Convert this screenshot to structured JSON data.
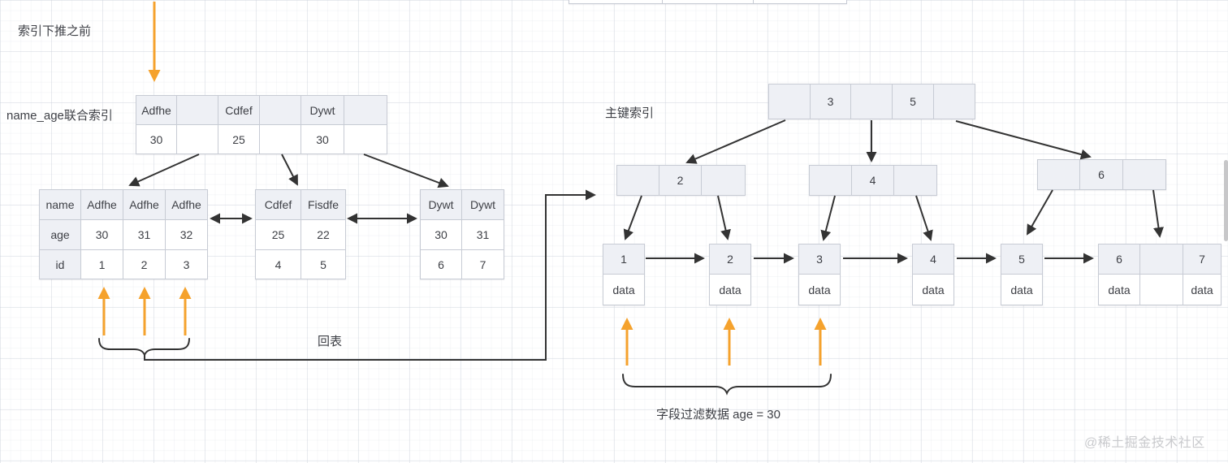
{
  "labels": {
    "stage": "索引下推之前",
    "left_tree": "name_age联合索引",
    "right_tree": "主键索引",
    "back_to_table": "回表",
    "filter": "字段过滤数据 age = 30",
    "watermark": "@稀土掘金技术社区"
  },
  "colors": {
    "accent_orange": "#F5A22D",
    "arrow_dark": "#333333",
    "cell_fill": "#eef0f5",
    "cell_border": "#c7cbd4",
    "watermark_gray": "#c9cacd"
  },
  "left_tree": {
    "root": {
      "rows": [
        [
          "Adfhe",
          "",
          "Cdfef",
          "",
          "Dywt",
          ""
        ],
        [
          "30",
          "",
          "25",
          "",
          "30",
          ""
        ]
      ]
    },
    "leaf1": {
      "rows": [
        [
          "name",
          "Adfhe",
          "Adfhe",
          "Adfhe"
        ],
        [
          "age",
          "30",
          "31",
          "32"
        ],
        [
          "id",
          "1",
          "2",
          "3"
        ]
      ]
    },
    "leaf2": {
      "rows": [
        [
          "Cdfef",
          "Fisdfe"
        ],
        [
          "25",
          "22"
        ],
        [
          "4",
          "5"
        ]
      ]
    },
    "leaf3": {
      "rows": [
        [
          "Dywt",
          "Dywt"
        ],
        [
          "30",
          "31"
        ],
        [
          "6",
          "7"
        ]
      ]
    }
  },
  "right_tree": {
    "root": {
      "cells": [
        "",
        "3",
        "",
        "5",
        ""
      ]
    },
    "inner2": {
      "cells": [
        "",
        "2",
        ""
      ]
    },
    "inner4": {
      "cells": [
        "",
        "4",
        ""
      ]
    },
    "inner6": {
      "cells": [
        "",
        "6",
        ""
      ]
    },
    "leaves": [
      {
        "key": "1",
        "value": "data"
      },
      {
        "key": "2",
        "value": "data"
      },
      {
        "key": "3",
        "value": "data"
      },
      {
        "key": "4",
        "value": "data"
      },
      {
        "key": "5",
        "value": "data"
      }
    ],
    "leaf67": {
      "rows": [
        [
          "6",
          "",
          "7"
        ],
        [
          "data",
          "",
          "data"
        ]
      ]
    }
  }
}
